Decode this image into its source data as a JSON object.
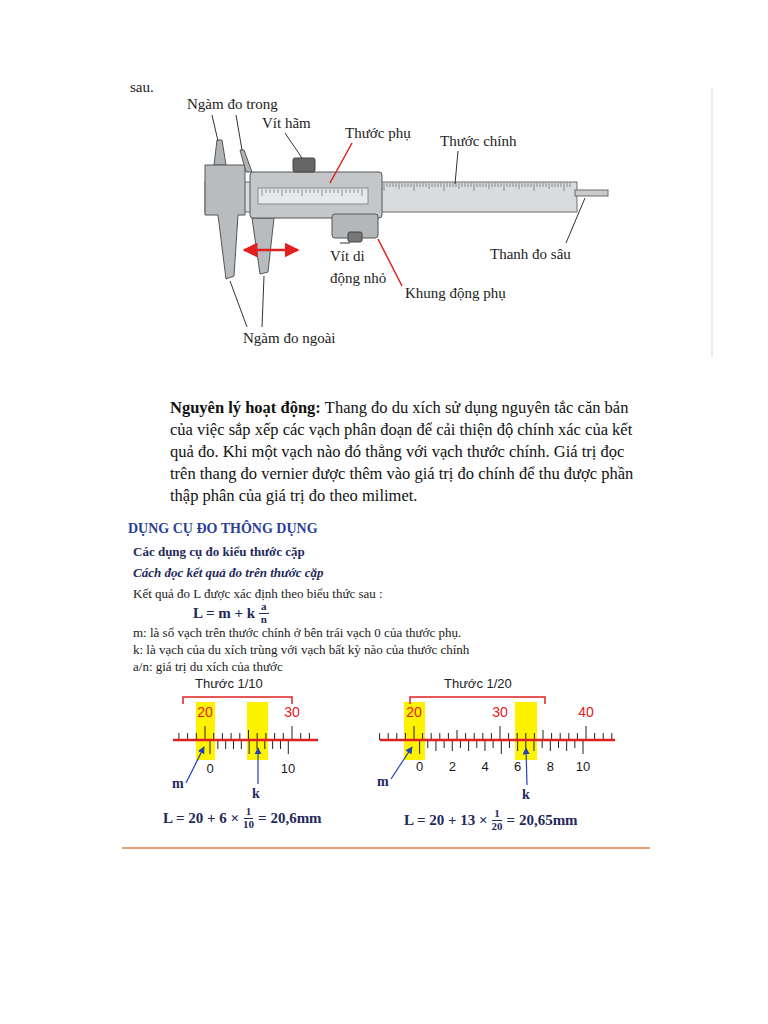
{
  "diagram": {
    "labels": [
      "sau.",
      "Ngàm đo trong",
      "Vít hãm",
      "Thước phụ",
      "Thước chính",
      "Thanh đo sâu",
      "Vít di động nhỏ",
      "Khung động phụ",
      "Ngàm đo ngoài",
      "Nguyên lý hoạt động:",
      "Thang đo du xích sử dụng nguyên tắc căn bản của việc sắp xếp các vạch phân đoạn để cải thiện độ chính xác của kết quả đo. Khi một vạch nào đó thẳng với vạch thước chính. Giá trị đọc trên thang đo vernier được thêm vào giá trị đo chính để thu được phần thập phân của giá trị đo theo milimet.",
      "DỤNG CỤ ĐO THÔNG DỤNG",
      "Các dụng cụ đo kiểu thước cặp",
      "Cách đọc kết quả đo trên thước cặp",
      "Kết quả đo L được xác định theo biểu thức sau :",
      "L = m + k",
      "a",
      "n",
      "m: là số vạch trên thước chính ở bên trái vạch 0 của thước phụ.",
      "k: là vạch của du xích trùng với vạch bất kỳ nào của thước chính",
      "a/n: giá trị du xích của thước",
      "Thước 1/10",
      "20",
      "30",
      "0",
      "10",
      "m",
      "k",
      "L = 20 + 6 ×",
      "1",
      "10",
      "= 20,6mm",
      "Thước 1/20",
      "20",
      "30",
      "40",
      "0",
      "2",
      "4",
      "6",
      "8",
      "10",
      "m",
      "k",
      "L = 20 + 13 ×",
      "1",
      "20",
      "= 20,65mm"
    ]
  }
}
